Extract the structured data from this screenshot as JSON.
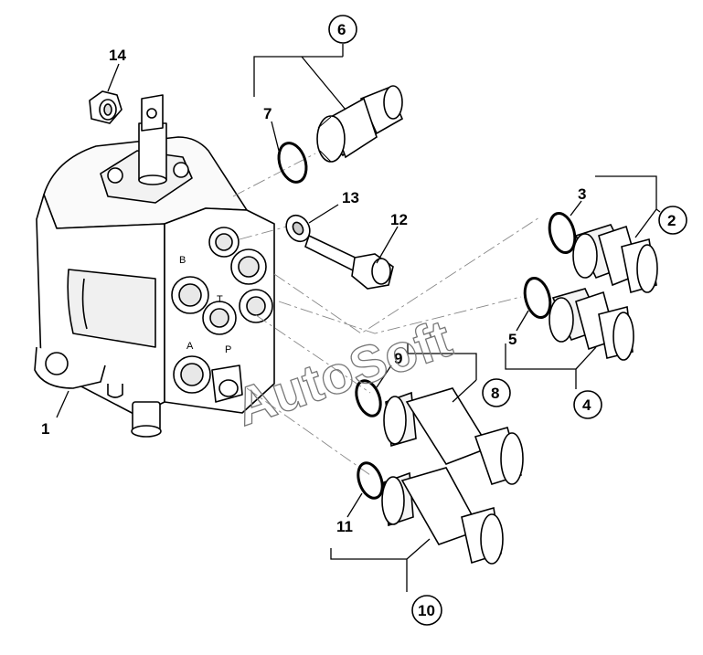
{
  "diagram": {
    "callouts": [
      "1",
      "2",
      "3",
      "4",
      "5",
      "6",
      "7",
      "8",
      "9",
      "10",
      "11",
      "12",
      "13",
      "14"
    ],
    "port_labels": [
      "B",
      "T",
      "A",
      "P"
    ],
    "watermark": "AutoSoft",
    "colors": {
      "line": "#000000",
      "fill": "#ffffff",
      "shade": "#e4e4e4",
      "leader": "#888888"
    }
  }
}
